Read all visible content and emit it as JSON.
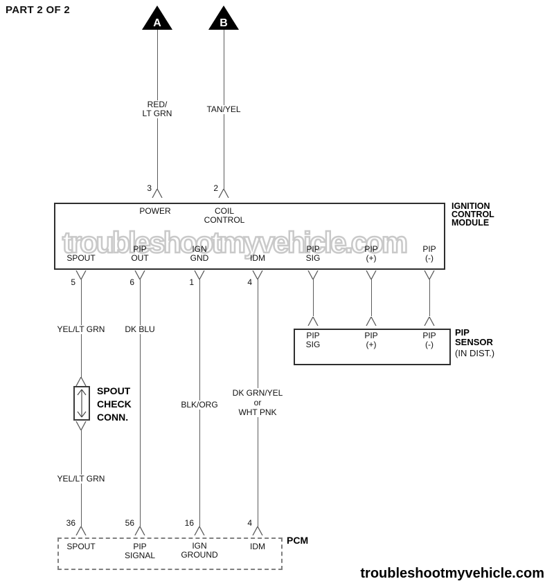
{
  "page": {
    "part_label": "PART 2 OF 2",
    "footer_site": "troubleshootmyvehicle.com"
  },
  "inline_connectors": [
    {
      "label": "A",
      "pin": "3",
      "wire_color": "RED/\nLT GRN"
    },
    {
      "label": "B",
      "pin": "2",
      "wire_color": "TAN/YEL"
    }
  ],
  "icm": {
    "name": "IGNITION\nCONTROL\nMODULE",
    "watermark": "troubleshootmyvehicle.com",
    "top_pin_labels": [
      "POWER",
      "COIL\nCONTROL"
    ],
    "bottom_pins": [
      {
        "number": "5",
        "label": "SPOUT"
      },
      {
        "number": "6",
        "label": "PIP\nOUT"
      },
      {
        "number": "1",
        "label": "IGN\nGND"
      },
      {
        "number": "4",
        "label": "IDM"
      },
      {
        "number": "",
        "label": "PIP\nSIG"
      },
      {
        "number": "",
        "label": "PIP\n(+)"
      },
      {
        "number": "",
        "label": "PIP\n(-)"
      }
    ]
  },
  "wire_colors": {
    "spout_upper": "YEL/LT GRN",
    "pip_out": "DK BLU",
    "ign_gnd": "BLK/ORG",
    "idm": "DK GRN/YEL\nor\nWHT PNK",
    "spout_lower": "YEL/LT GRN"
  },
  "spout_check": {
    "label": "SPOUT\nCHECK\nCONN."
  },
  "pip_sensor": {
    "name": "PIP\nSENSOR",
    "location": "(IN DIST.)",
    "pin_labels": [
      "PIP\nSIG",
      "PIP\n(+)",
      "PIP\n(-)"
    ]
  },
  "pcm": {
    "name": "PCM",
    "pins": [
      {
        "number": "36",
        "label": "SPOUT"
      },
      {
        "number": "56",
        "label": "PIP\nSIGNAL"
      },
      {
        "number": "16",
        "label": "IGN\nGROUND"
      },
      {
        "number": "4",
        "label": "IDM"
      }
    ]
  }
}
